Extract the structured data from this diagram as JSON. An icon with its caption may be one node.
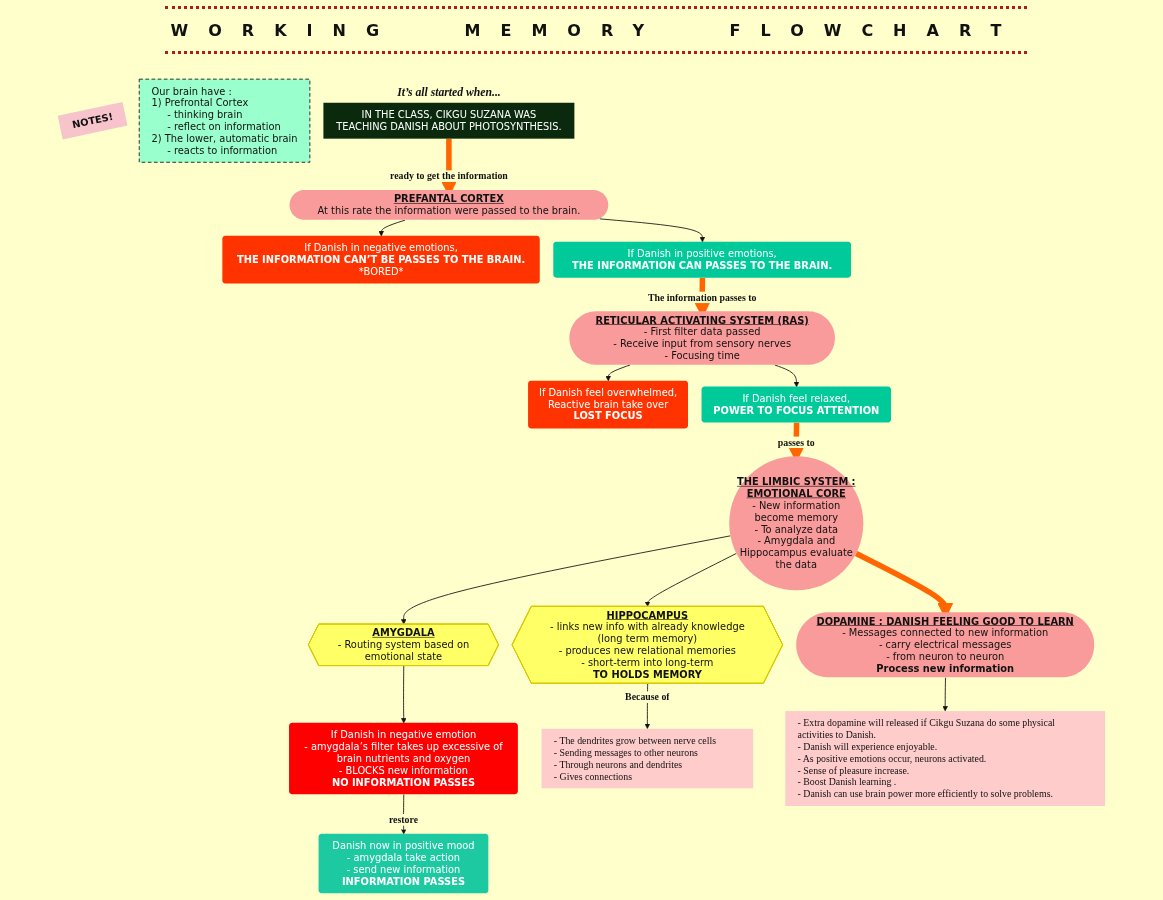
{
  "diagram": {
    "title": "WORKING MEMORY FLOWCHART",
    "nodes": [
      {
        "text": [
          "NOTES!"
        ]
      },
      {
        "text": [
          "Our brain have :",
          "1) Prefrontal Cortex",
          "- thinking brain",
          "- reflect on information",
          "2) The lower, automatic brain",
          "- reacts to information"
        ]
      },
      {
        "text": [
          "IN THE CLASS, CIKGU SUZANA WAS TEACHING DANISH ABOUT PHOTOSYNTHESIS."
        ],
        "beside": [
          "It’s all started when..."
        ]
      },
      {
        "text": [
          "PREFANTAL CORTEX",
          "At this rate the information were passed to the brain."
        ]
      },
      {
        "text": [
          "If Danish in negative emotions,",
          "THE INFORMATION CAN’T BE PASSES TO THE BRAIN.",
          "*BORED*"
        ]
      },
      {
        "text": [
          "If Danish in positive emotions,",
          "THE INFORMATION CAN PASSES TO THE BRAIN."
        ]
      },
      {
        "text": [
          "RETICULAR ACTIVATING SYSTEM (RAS)",
          "- First filter data passed",
          "- Receive input from sensory nerves",
          "- Focusing time"
        ]
      },
      {
        "text": [
          "If Danish feel overwhelmed,",
          "Reactive brain take over",
          "LOST FOCUS"
        ]
      },
      {
        "text": [
          "If Danish feel relaxed,",
          "POWER TO FOCUS ATTENTION"
        ]
      },
      {
        "text": [
          "THE LIMBIC SYSTEM : EMOTIONAL CORE",
          "- New information become memory",
          "- To analyze data",
          "- Amygdala and Hippocampus evaluate the data"
        ]
      },
      {
        "text": [
          "AMYGDALA",
          "- Routing system based on emotional state"
        ]
      },
      {
        "text": [
          "If Danish in negative emotion",
          "- amygdala’s filter takes up excessive of brain nutrients and oxygen",
          "- BLOCKS new information",
          "NO INFORMATION PASSES"
        ]
      },
      {
        "text": [
          "Danish now in positive mood",
          "- amygdala take action",
          "- send new information",
          "INFORMATION PASSES"
        ]
      },
      {
        "text": [
          "HIPPOCAMPUS",
          "- links new info with already knowledge",
          "(long term memory)",
          "- produces new relational memories",
          "- short-term into long-term",
          "TO HOLDS MEMORY"
        ]
      },
      {
        "text": [
          "- The dendrites grow between nerve cells",
          "- Sending messages to other neurons",
          "- Through neurons and dendrites",
          "- Gives connections"
        ]
      },
      {
        "text": [
          "DOPAMINE : DANISH FEELING GOOD TO LEARN",
          "- Messages connected to new information",
          "- carry electrical messages",
          "- from neuron to neuron",
          "Process new information"
        ]
      },
      {
        "text": [
          "- Extra dopamine will released if Cikgu Suzana do some physical activities to Danish.",
          "- Danish will experience enjoyable.",
          "- As positive emotions occur, neurons activated.",
          "- Sense of pleasure increase.",
          "- Boost Danish learning .",
          "- Danish can use brain power more efficiently to solve problems."
        ]
      }
    ],
    "edges": [
      {
        "from": 2,
        "to": 3,
        "arrow": "to",
        "label": "ready to get the information",
        "style": "thick",
        "color": "#ff6600"
      },
      {
        "from": 3,
        "to": 4,
        "arrow": "to"
      },
      {
        "from": 3,
        "to": 5,
        "arrow": "to"
      },
      {
        "from": 5,
        "to": 6,
        "arrow": "to",
        "label": "The information passes to",
        "style": "thick",
        "color": "#ff6600"
      },
      {
        "from": 6,
        "to": 7,
        "arrow": "to"
      },
      {
        "from": 6,
        "to": 8,
        "arrow": "to"
      },
      {
        "from": 8,
        "to": 9,
        "arrow": "to",
        "label": "passes to",
        "style": "thick",
        "color": "#ff6600"
      },
      {
        "from": 9,
        "to": 10,
        "arrow": "to"
      },
      {
        "from": 10,
        "to": 11,
        "arrow": "to"
      },
      {
        "from": 11,
        "to": 12,
        "arrow": "to",
        "label": "restore"
      },
      {
        "from": 9,
        "to": 13,
        "arrow": "to"
      },
      {
        "from": 9,
        "to": 15,
        "arrow": "to",
        "style": "thick",
        "color": "#ff6600"
      },
      {
        "from": 13,
        "to": 14,
        "arrow": "to",
        "label": "Because of"
      },
      {
        "from": 15,
        "to": 16,
        "arrow": "to"
      }
    ]
  }
}
